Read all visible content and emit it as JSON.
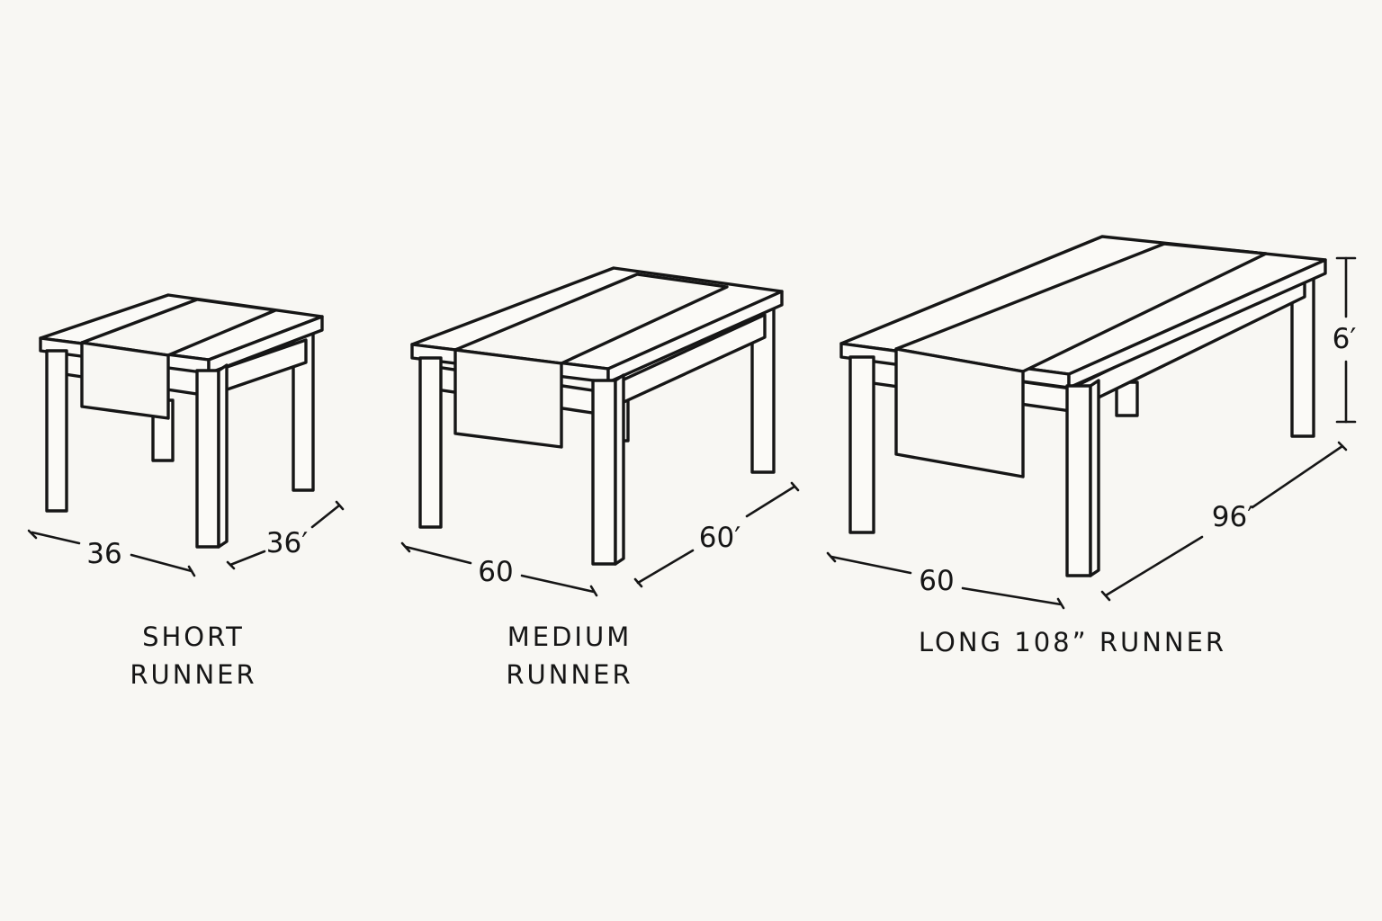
{
  "tables": [
    {
      "id": "short",
      "caption_lines": [
        "SHORT",
        "RUNNER"
      ],
      "width_label": "36",
      "depth_label": "36′"
    },
    {
      "id": "medium",
      "caption_lines": [
        "MEDIUM",
        "RUNNER"
      ],
      "width_label": "60",
      "depth_label": "60′"
    },
    {
      "id": "long",
      "caption_lines": [
        "LONG 108” RUNNER"
      ],
      "width_label": "60",
      "depth_label": "96′",
      "height_label": "6′"
    }
  ],
  "colors": {
    "background": "#f8f7f3",
    "ink": "#161616"
  }
}
